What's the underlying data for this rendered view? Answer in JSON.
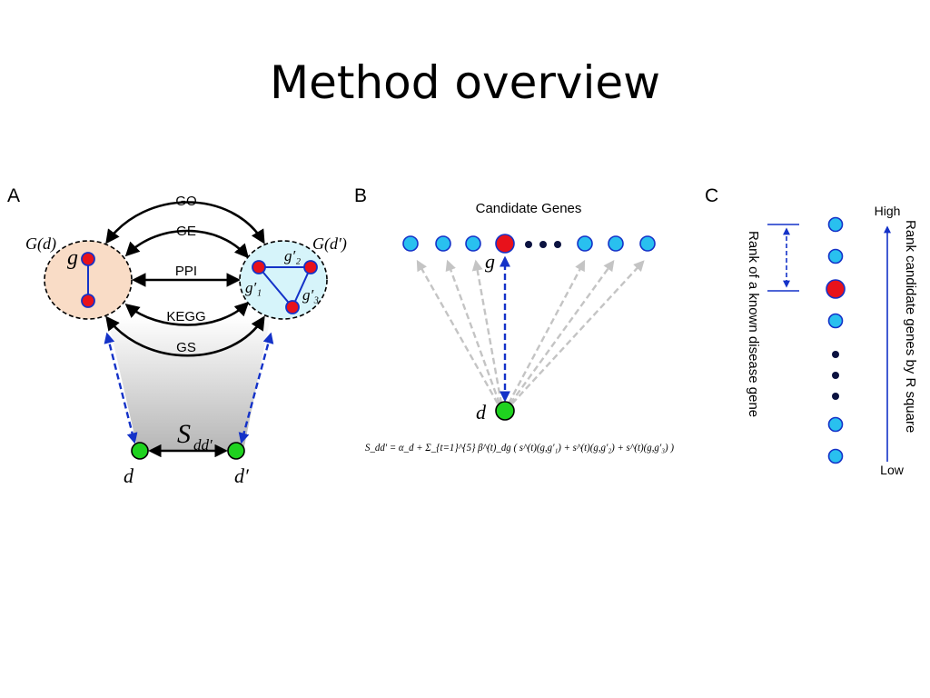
{
  "slide": {
    "title": "Method overview"
  },
  "panel_a": {
    "label": "A",
    "edge_labels": [
      "GO",
      "GE",
      "PPI",
      "KEGG",
      "GS"
    ],
    "left_set": "G(d)",
    "right_set": "G(d′)",
    "left_gene": "g",
    "right_genes": [
      "g′₁",
      "g′₂",
      "g′₃"
    ],
    "similarity": "S",
    "similarity_sub": "dd′",
    "disease_left": "d",
    "disease_right": "d′"
  },
  "panel_b": {
    "label": "B",
    "title": "Candidate Genes",
    "gene_label": "g",
    "disease_label": "d",
    "formula": "S_dd′ = α_d + Σ_{t=1}^{5} β^(t)_dg ( s^(t)(g,g′₁) + s^(t)(g,g′₂) + s^(t)(g,g′₃) )"
  },
  "panel_c": {
    "label": "C",
    "high": "High",
    "low": "Low",
    "rank_axis": "Rank candidate genes by R square",
    "rank_known": "Rank of a known disease gene"
  },
  "colors": {
    "gene_blue": "#29c0ef",
    "gene_red": "#e8121b",
    "disease_green": "#1fd21f",
    "arrow_blue": "#1432c8",
    "set_left": "#f9dcc6",
    "set_right": "#d6f4fa"
  }
}
